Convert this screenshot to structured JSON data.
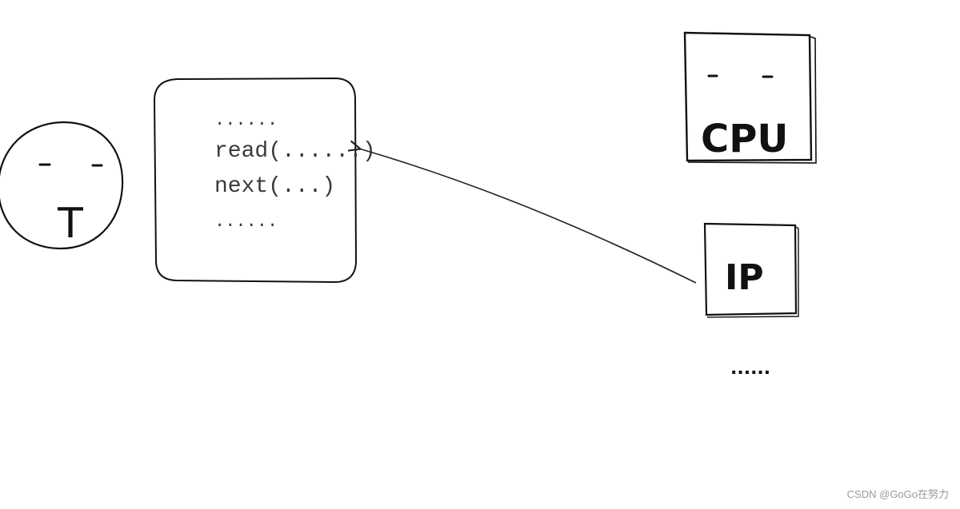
{
  "thread": {
    "mouth_label": "T"
  },
  "code_box": {
    "lines": [
      "......",
      "read(......)",
      "next(...)",
      "......"
    ]
  },
  "cpu": {
    "label": "CPU"
  },
  "ip_register": {
    "label": "IP"
  },
  "more_registers": {
    "label": "......"
  },
  "watermark": {
    "text": "CSDN @GoGo在努力"
  }
}
